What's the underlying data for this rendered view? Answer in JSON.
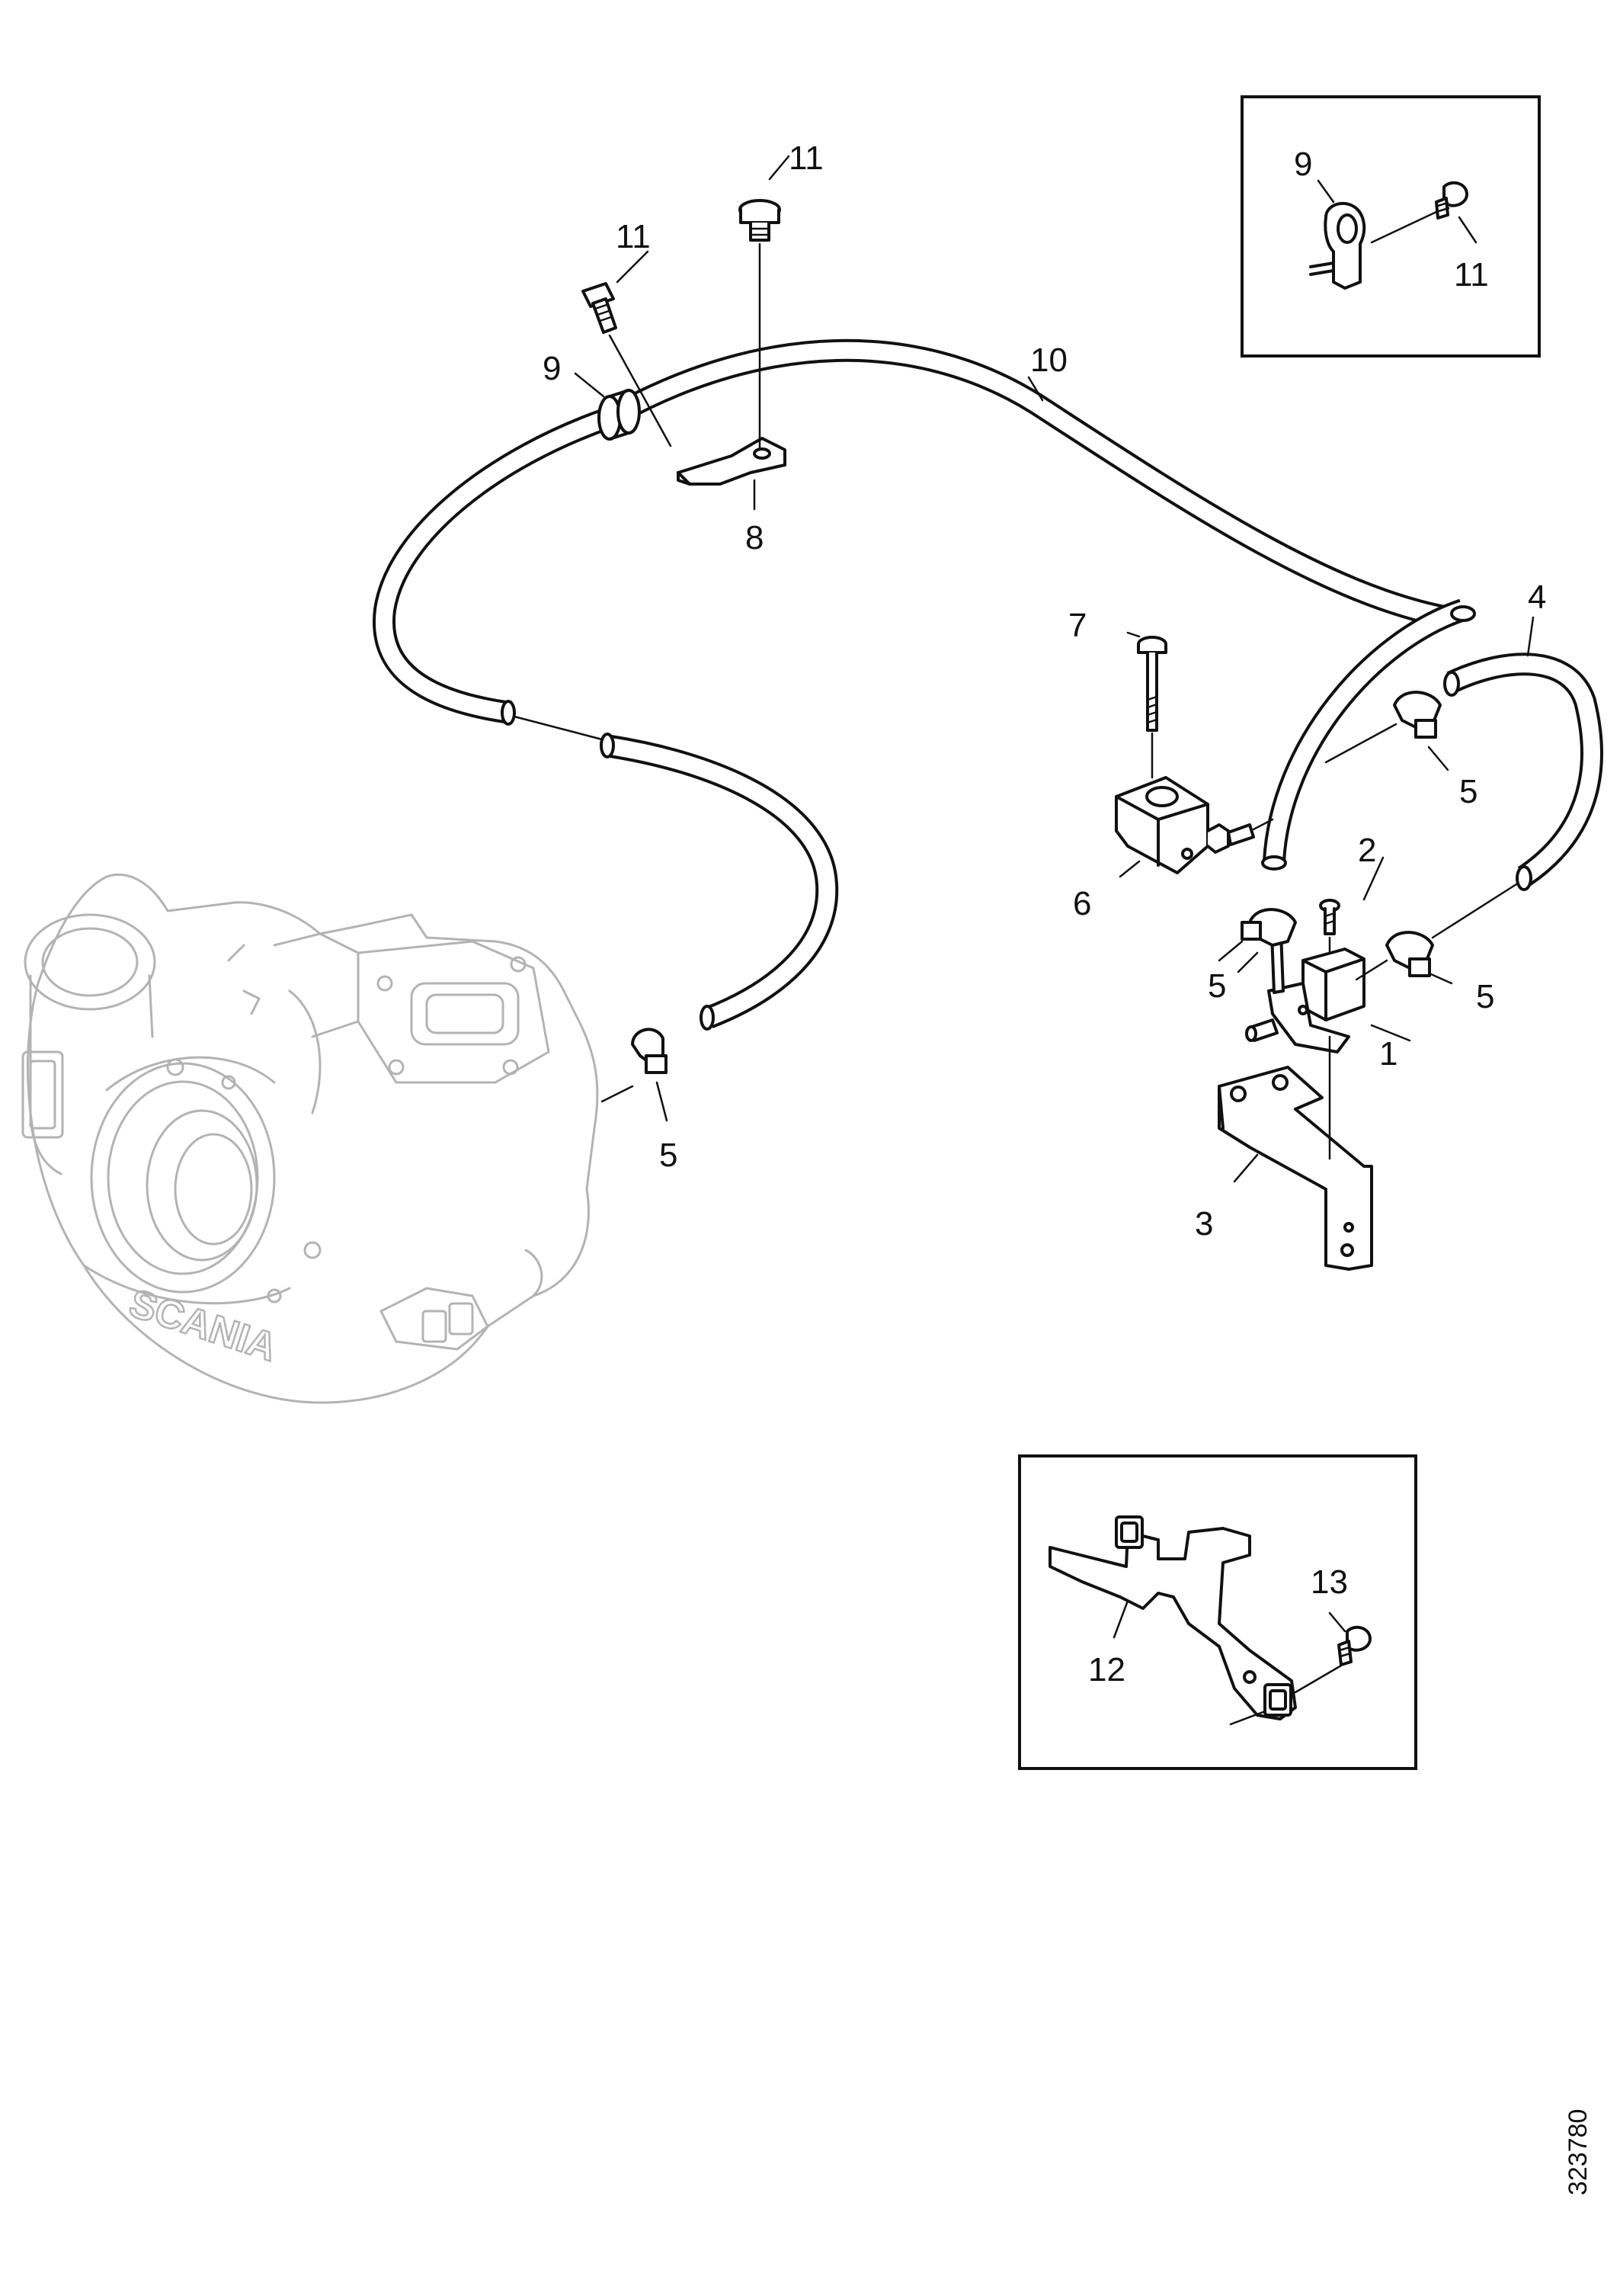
{
  "diagram": {
    "watermark_logo": "SCANIA",
    "reference_number": "323780",
    "callouts": [
      {
        "id": "c1",
        "text": "1"
      },
      {
        "id": "c2",
        "text": "2"
      },
      {
        "id": "c3",
        "text": "3"
      },
      {
        "id": "c4",
        "text": "4"
      },
      {
        "id": "c5a",
        "text": "5"
      },
      {
        "id": "c5b",
        "text": "5"
      },
      {
        "id": "c5c",
        "text": "5"
      },
      {
        "id": "c5d",
        "text": "5"
      },
      {
        "id": "c6",
        "text": "6"
      },
      {
        "id": "c7",
        "text": "7"
      },
      {
        "id": "c8",
        "text": "8"
      },
      {
        "id": "c9a",
        "text": "9"
      },
      {
        "id": "c9b",
        "text": "9"
      },
      {
        "id": "c10",
        "text": "10"
      },
      {
        "id": "c11a",
        "text": "11"
      },
      {
        "id": "c11b",
        "text": "11"
      },
      {
        "id": "c11c",
        "text": "11"
      },
      {
        "id": "c12",
        "text": "12"
      },
      {
        "id": "c13",
        "text": "13"
      }
    ],
    "colors": {
      "ink": "#111111",
      "ghost": "#b3b3b3",
      "background": "#ffffff"
    }
  }
}
